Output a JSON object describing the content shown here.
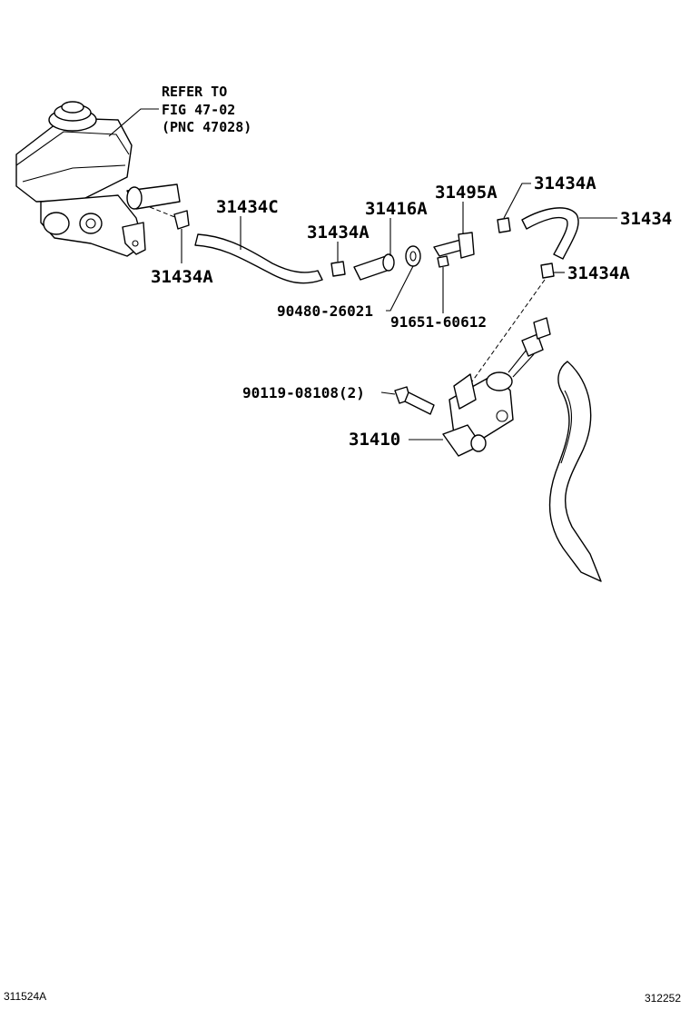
{
  "reference": {
    "line1": "REFER TO",
    "line2": "FIG 47-02",
    "line3": "(PNC 47028)"
  },
  "parts": {
    "p31434C": "31434C",
    "p31416A": "31416A",
    "p31495A": "31495A",
    "p31434A_top": "31434A",
    "p31434": "31434",
    "p31434A_mid": "31434A",
    "p31434A_right": "31434A",
    "p31434A_left": "31434A",
    "p90480": "90480-26021",
    "p91651": "91651-60612",
    "p90119": "90119-08108(2)",
    "p31410": "31410"
  },
  "footer": {
    "left_code": "311524A",
    "right_code": "312252"
  }
}
